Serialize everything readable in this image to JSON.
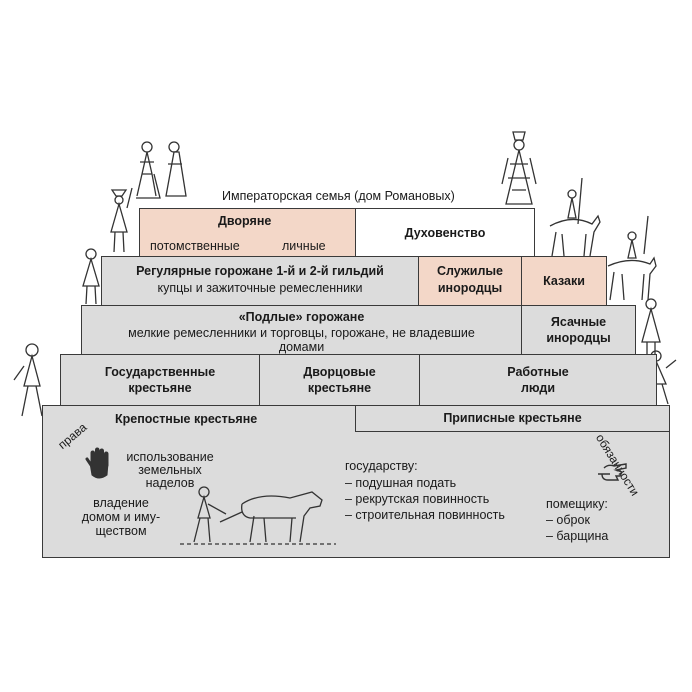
{
  "top_caption": "Императорская семья (дом Романовых)",
  "dvoryane": {
    "title": "Дворяне",
    "left": "потомственные",
    "right": "личные"
  },
  "dukhovenstvo": "Духовенство",
  "gorozhane": {
    "title": "Регулярные горожане 1-й и 2-й гильдий",
    "sub": "купцы и зажиточные ремесленники"
  },
  "sluzhilye": {
    "line1": "Служилые",
    "line2": "инородцы"
  },
  "kazaki": "Казаки",
  "podlye": {
    "title": "«Подлые» горожане",
    "sub1": "мелкие ремесленники и торговцы, горожане, не владевшие",
    "sub2": "домами"
  },
  "yasachnye": {
    "line1": "Ясачные",
    "line2": "инородцы"
  },
  "gos_krest": {
    "line1": "Государственные",
    "line2": "крестьяне"
  },
  "dvorc_krest": {
    "line1": "Дворцовые",
    "line2": "крестьяне"
  },
  "rabotnye": {
    "line1": "Работные",
    "line2": "люди"
  },
  "krepostnye": "Крепостные крестьяне",
  "pripisnye": "Приписные крестьяне",
  "prava_label": "права",
  "obyazannosti_label": "обязанности",
  "rights": {
    "land": [
      "использование",
      "земельных",
      "наделов"
    ],
    "home": [
      "владение",
      "домом и иму-",
      "ществом"
    ]
  },
  "state_duties": {
    "title": "государству:",
    "items": [
      "– подушная подать",
      "– рекрутская повинность",
      "– строительная повинность"
    ]
  },
  "landlord_duties": {
    "title": "помещику:",
    "items": [
      "– оброк",
      "– барщина"
    ]
  },
  "colors": {
    "grey": "#dcdcdc",
    "peach": "#f3d7c8",
    "border": "#3a3a3a"
  }
}
